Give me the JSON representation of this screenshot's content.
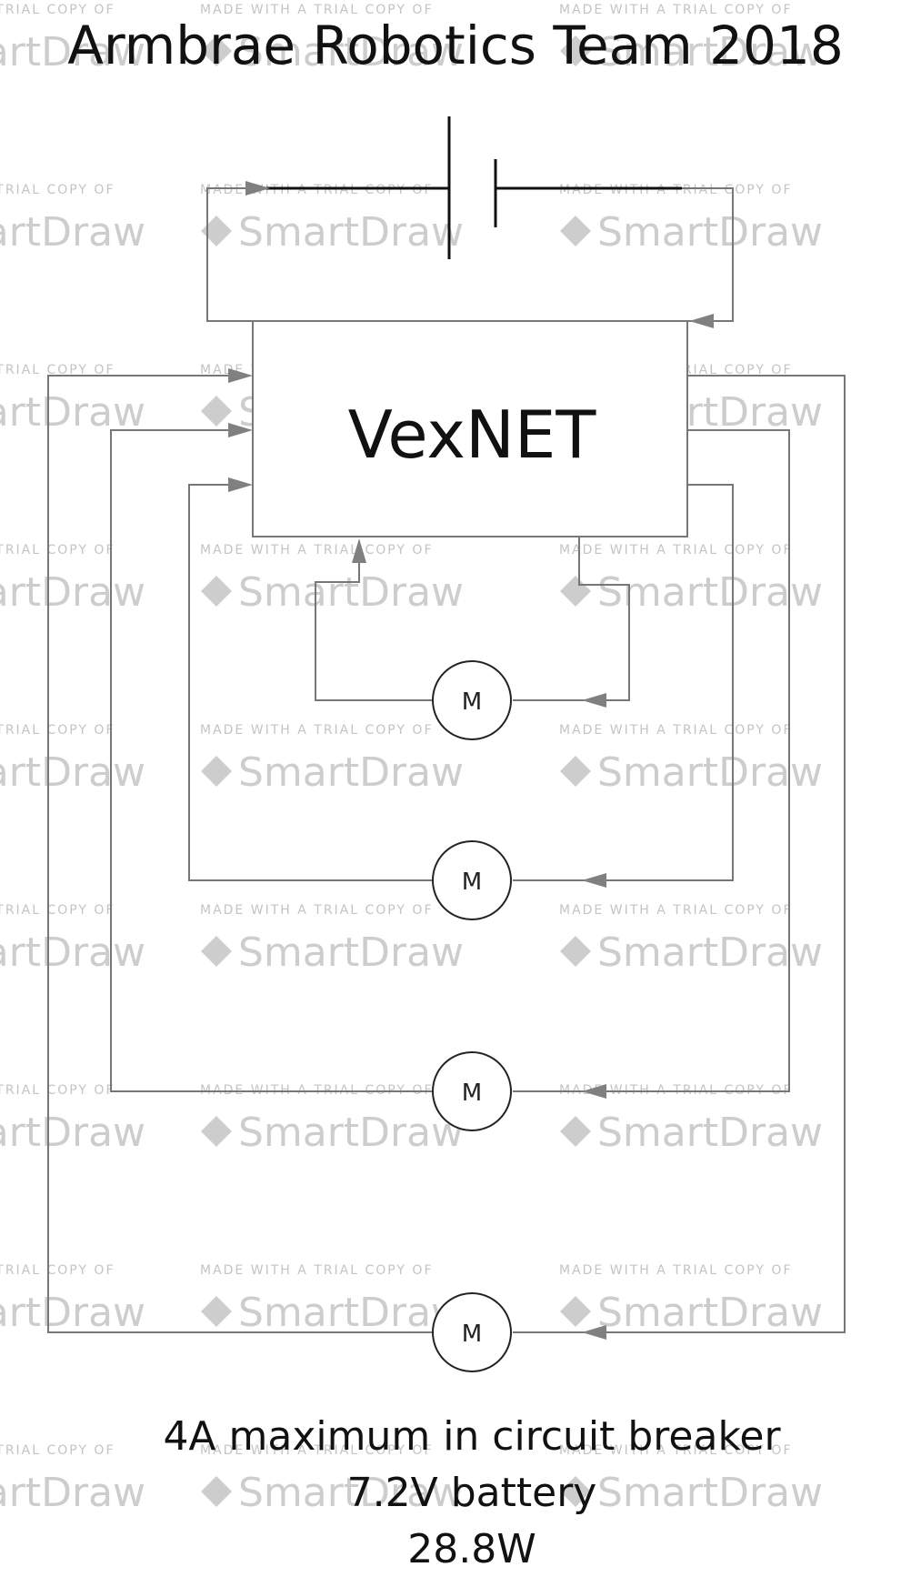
{
  "diagram": {
    "title": "Armbrae Robotics Team 2018",
    "controller_label": "VexNET",
    "motors": [
      {
        "label": "M"
      },
      {
        "label": "M"
      },
      {
        "label": "M"
      },
      {
        "label": "M"
      }
    ],
    "footer": [
      "4A maximum in circuit breaker",
      "7.2V battery",
      "28.8W"
    ]
  },
  "watermark": {
    "small": "MADE WITH A TRIAL COPY OF",
    "big": "SmartDraw"
  },
  "colors": {
    "wire": "#777777",
    "arrow": "#808080",
    "text": "#111111",
    "watermark": "#cdcdcd"
  }
}
